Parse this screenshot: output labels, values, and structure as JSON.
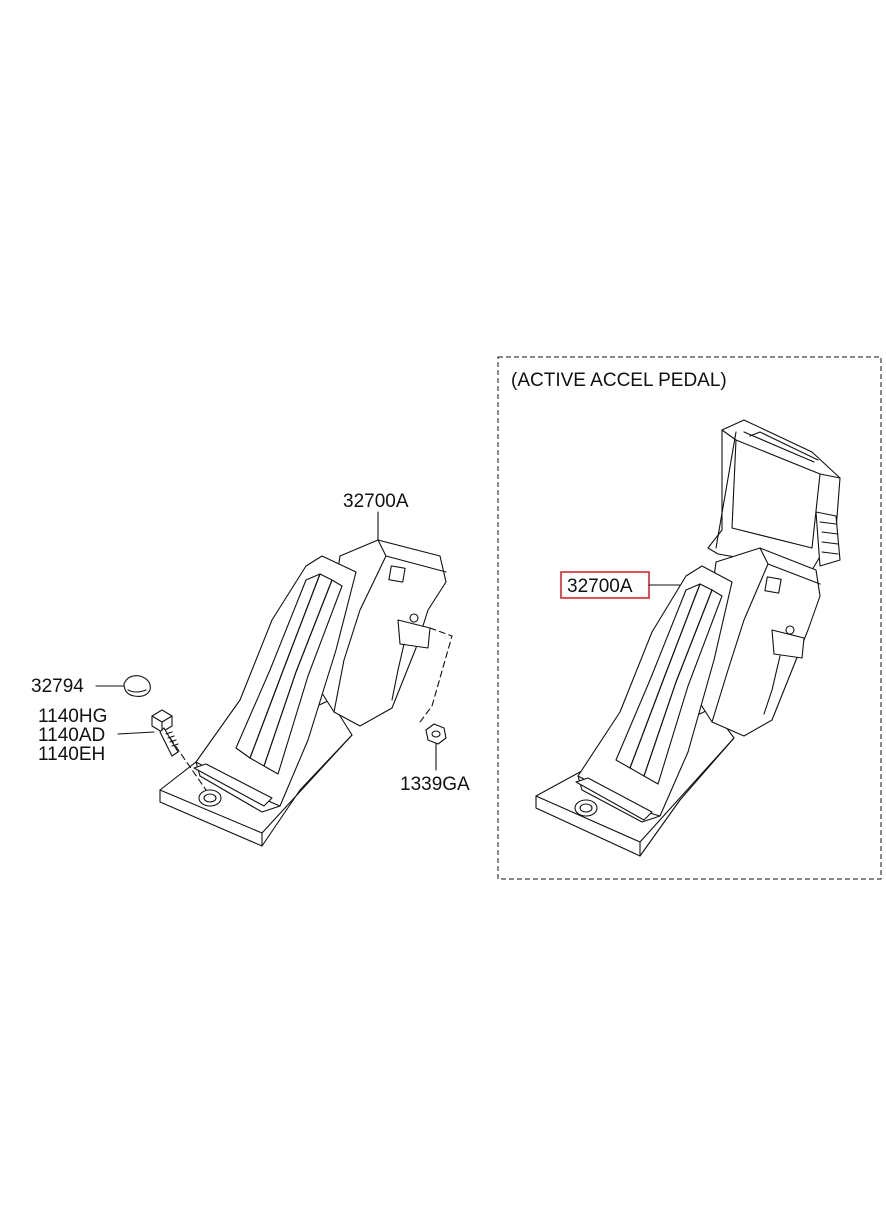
{
  "labels": {
    "pedal_left": "32700A",
    "cap": "32794",
    "bolt_1": "1140HG",
    "bolt_2": "1140AD",
    "bolt_3": "1140EH",
    "nut": "1339GA",
    "inset_title": "(ACTIVE ACCEL PEDAL)",
    "pedal_right": "32700A"
  },
  "colors": {
    "line": "#111111",
    "highlight": "#d9262b",
    "background": "#ffffff"
  }
}
